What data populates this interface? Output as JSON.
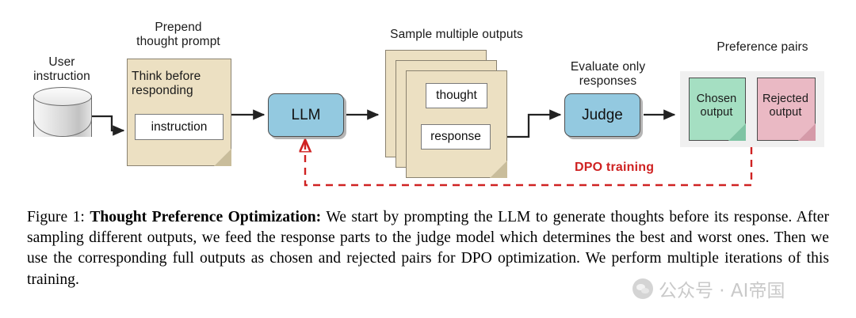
{
  "figure": {
    "diagram": {
      "user_instruction_label": "User\ninstruction",
      "prepend_label": "Prepend\nthought prompt",
      "note_prompt_title": "Think before\nresponding",
      "note_prompt_field": "instruction",
      "llm_label": "LLM",
      "sample_outputs_label": "Sample multiple outputs",
      "thought_field": "thought",
      "response_field": "response",
      "evaluate_label": "Evaluate only\nresponses",
      "judge_label": "Judge",
      "preference_pairs_label": "Preference pairs",
      "chosen_label": "Chosen\noutput",
      "rejected_label": "Rejected\noutput",
      "dpo_label": "DPO training"
    },
    "colors": {
      "note_beige": "#ece0c2",
      "note_fold": "#c9bd9b",
      "chosen_green": "#a5dfc2",
      "rejected_pink": "#eab9c4",
      "box_blue": "#93c9e0",
      "dpo_red": "#cf2222",
      "pref_container_gray": "#f0f0f0"
    },
    "caption": {
      "prefix": "Figure 1: ",
      "bold_title": "Thought Preference Optimization:",
      "body": " We start by prompting the LLM to generate thoughts before its response. After sampling different outputs, we feed the response parts to the judge model which determines the best and worst ones. Then we use the corresponding full outputs as chosen and rejected pairs for DPO optimization. We perform multiple iterations of this training."
    }
  },
  "watermark": {
    "text": "公众号 · AI帝国"
  }
}
